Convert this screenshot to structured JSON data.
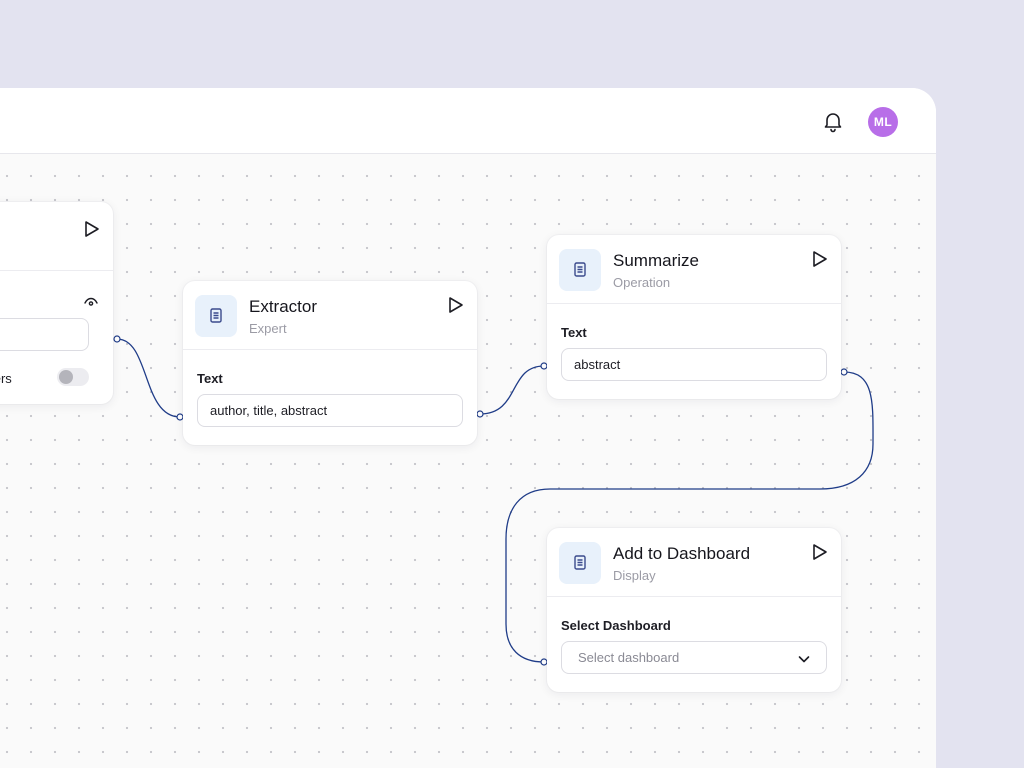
{
  "user": {
    "initials": "ML",
    "avatar_color": "#b86ee8"
  },
  "left_node": {
    "row_label": "inters"
  },
  "nodes": {
    "extractor": {
      "title": "Extractor",
      "subtitle": "Expert",
      "field_label": "Text",
      "field_value": "author, title, abstract"
    },
    "summarize": {
      "title": "Summarize",
      "subtitle": "Operation",
      "field_label": "Text",
      "field_value": "abstract"
    },
    "dashboard": {
      "title": "Add to Dashboard",
      "subtitle": "Display",
      "field_label": "Select Dashboard",
      "select_placeholder": "Select dashboard"
    }
  },
  "colors": {
    "edge": "#1f3c88",
    "icon_bg": "#e8f1fb",
    "icon_fg": "#3a4a8c",
    "background": "#e3e3f0"
  },
  "icons": {
    "notifications": "bell-icon",
    "node": "document-icon",
    "run": "play-icon",
    "visibility": "eye-icon",
    "dropdown": "chevron-down-icon"
  }
}
